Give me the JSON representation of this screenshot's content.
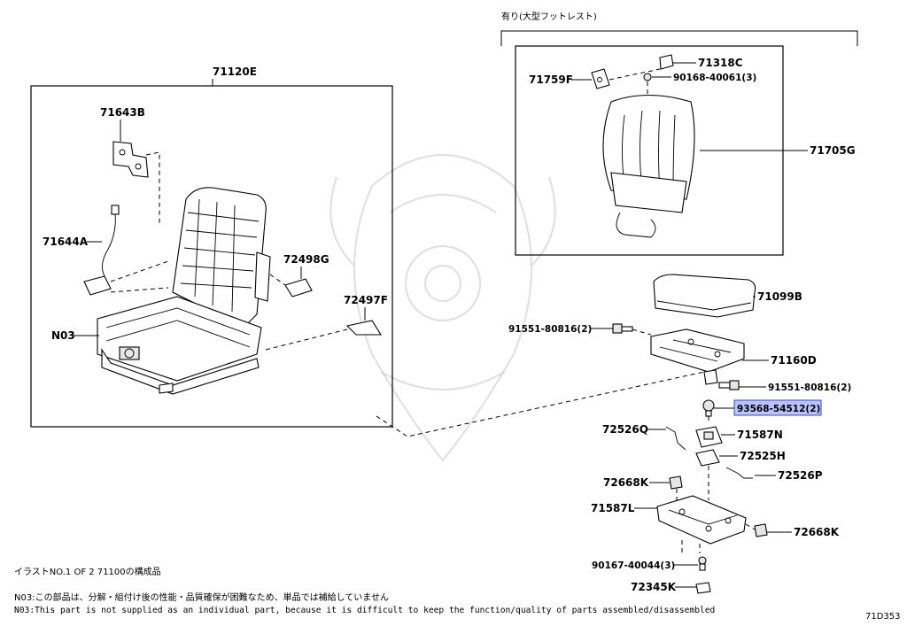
{
  "diagram": {
    "figure_code": "71D353",
    "group_caption": "有り(大型フットレスト)",
    "illustration_note": "イラストNO.1 OF 2 71100の構成品",
    "note_jp": "N03:この部品は、分解・組付け後の性能・品質確保が困難なため、単品では補給していません",
    "note_en": "N03:This part is not supplied as an individual part, because it is difficult to keep the function/quality of parts assembled/disassembled",
    "highlight_color": "#b8c3ff",
    "labels": {
      "seat_frame_assy": "71120E",
      "hinge": "71643B",
      "wire_harness": "71644A",
      "seat_frame_part": "N03",
      "cover_a": "72498G",
      "cover_b": "72497F",
      "top_bracket": "71318C",
      "side_bracket": "71759F",
      "screw_top": "90168-40061(3)",
      "footrest_pad": "71705G",
      "cushion": "71099B",
      "bolt_left": "91551-80816(2)",
      "plate": "71160D",
      "bolt_right": "91551-80816(2)",
      "screw_highlight": "93568-54512(2)",
      "rod_left": "72526Q",
      "bracket_mid": "71587N",
      "bracket_small": "72525H",
      "rod_right": "72526P",
      "stopper_left": "72668K",
      "base_bracket": "71587L",
      "stopper_right": "72668K",
      "screw_bottom": "90167-40044(3)",
      "clip": "72345K"
    }
  }
}
